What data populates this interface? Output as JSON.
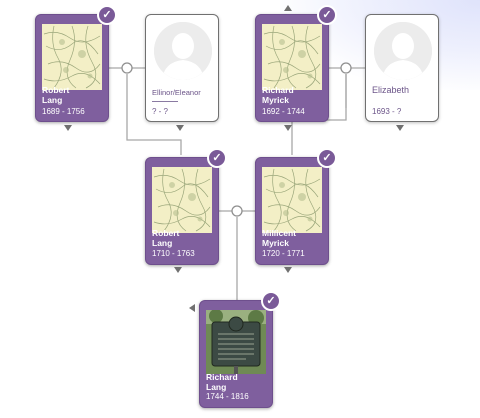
{
  "tree": {
    "persons": {
      "robert_sr": {
        "name": "Robert Lang",
        "name_line1": "Robert",
        "name_line2": "Lang",
        "dates": "1689 - 1756",
        "verified": true
      },
      "ellinor": {
        "name": "Ellinor/Eleanor",
        "dates": "? - ?",
        "verified": false
      },
      "richard_myrick": {
        "name": "Richard Myrick",
        "name_line1": "Richard",
        "name_line2": "Myrick",
        "dates": "1692 - 1744",
        "verified": true
      },
      "elizabeth": {
        "name": "Elizabeth",
        "dates": "1693 - ?",
        "verified": false
      },
      "robert_jr": {
        "name": "Robert Lang",
        "name_line1": "Robert",
        "name_line2": "Lang",
        "dates": "1710 - 1763",
        "verified": true
      },
      "millicent": {
        "name": "Millicent Myrick",
        "name_line1": "Millicent",
        "name_line2": "Myrick",
        "dates": "1720 - 1771",
        "verified": true
      },
      "richard_lang": {
        "name": "Richard Lang",
        "name_line1": "Richard",
        "name_line2": "Lang",
        "dates": "1744 - 1816",
        "verified": true
      }
    },
    "icons": {
      "check": "checkmark-icon",
      "expand": "triangle-arrow-icon",
      "connector": "union-circle-icon"
    },
    "colors": {
      "card_purple": "#7f5f9e",
      "card_border": "#707070",
      "text_purple": "#6c5589",
      "line": "#a8a8a8"
    }
  }
}
